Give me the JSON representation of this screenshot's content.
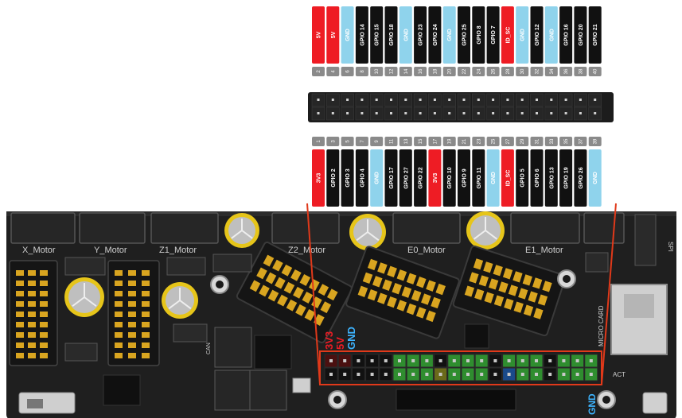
{
  "colors": {
    "power": "#ee1c24",
    "ground": "#8fd3ec",
    "gpio": "#111111",
    "board": "#1f1f1f",
    "connector_gold": "#d9a520",
    "header_green": "#2f8d2f",
    "highlight_red": "#e0391a",
    "silk_blue": "#3db4ff"
  },
  "top_row": {
    "numbers": [
      "2",
      "4",
      "6",
      "8",
      "10",
      "12",
      "14",
      "16",
      "18",
      "20",
      "22",
      "24",
      "26",
      "28",
      "30",
      "32",
      "34",
      "36",
      "38",
      "40"
    ],
    "pins": [
      {
        "label": "5V",
        "kind": "power"
      },
      {
        "label": "5V",
        "kind": "power"
      },
      {
        "label": "GND",
        "kind": "ground"
      },
      {
        "label": "GPIO 14",
        "kind": "gpio"
      },
      {
        "label": "GPIO 15",
        "kind": "gpio"
      },
      {
        "label": "GPIO 18",
        "kind": "gpio"
      },
      {
        "label": "GND",
        "kind": "ground"
      },
      {
        "label": "GPIO 23",
        "kind": "gpio"
      },
      {
        "label": "GPIO 24",
        "kind": "gpio"
      },
      {
        "label": "GND",
        "kind": "ground"
      },
      {
        "label": "GPIO 25",
        "kind": "gpio"
      },
      {
        "label": "GPIO 8",
        "kind": "gpio"
      },
      {
        "label": "GPIO 7",
        "kind": "gpio"
      },
      {
        "label": "ID_SC",
        "kind": "power"
      },
      {
        "label": "GND",
        "kind": "ground"
      },
      {
        "label": "GPIO 12",
        "kind": "gpio"
      },
      {
        "label": "GND",
        "kind": "ground"
      },
      {
        "label": "GPIO 16",
        "kind": "gpio"
      },
      {
        "label": "GPIO 20",
        "kind": "gpio"
      },
      {
        "label": "GPIO 21",
        "kind": "gpio"
      }
    ]
  },
  "bottom_row": {
    "numbers": [
      "1",
      "3",
      "5",
      "7",
      "9",
      "11",
      "13",
      "15",
      "17",
      "19",
      "21",
      "23",
      "25",
      "27",
      "29",
      "31",
      "33",
      "35",
      "37",
      "39"
    ],
    "pins": [
      {
        "label": "3V3",
        "kind": "power"
      },
      {
        "label": "GPIO 2",
        "kind": "gpio"
      },
      {
        "label": "GPIO 3",
        "kind": "gpio"
      },
      {
        "label": "GPIO 4",
        "kind": "gpio"
      },
      {
        "label": "GND",
        "kind": "ground"
      },
      {
        "label": "GPIO 17",
        "kind": "gpio"
      },
      {
        "label": "GPIO 27",
        "kind": "gpio"
      },
      {
        "label": "GPIO 22",
        "kind": "gpio"
      },
      {
        "label": "3V3",
        "kind": "power"
      },
      {
        "label": "GPIO 10",
        "kind": "gpio"
      },
      {
        "label": "GPIO 9",
        "kind": "gpio"
      },
      {
        "label": "GPIO 11",
        "kind": "gpio"
      },
      {
        "label": "GND",
        "kind": "ground"
      },
      {
        "label": "ID_SC",
        "kind": "power"
      },
      {
        "label": "GPIO 5",
        "kind": "gpio"
      },
      {
        "label": "GPIO 6",
        "kind": "gpio"
      },
      {
        "label": "GPIO 13",
        "kind": "gpio"
      },
      {
        "label": "GPIO 19",
        "kind": "gpio"
      },
      {
        "label": "GPIO 26",
        "kind": "gpio"
      },
      {
        "label": "GND",
        "kind": "ground"
      }
    ]
  },
  "board": {
    "motor_labels": [
      "X_Motor",
      "Y_Motor",
      "Z1_Motor",
      "Z2_Motor",
      "E0_Motor",
      "E1_Motor"
    ],
    "silk": {
      "v33": "3V3",
      "v5": "5V",
      "gnd": "GND",
      "micro_card": "MICRO CARD",
      "gnd2": "GND",
      "act": "ACT",
      "spi": "SPI",
      "can": "CAN"
    }
  }
}
